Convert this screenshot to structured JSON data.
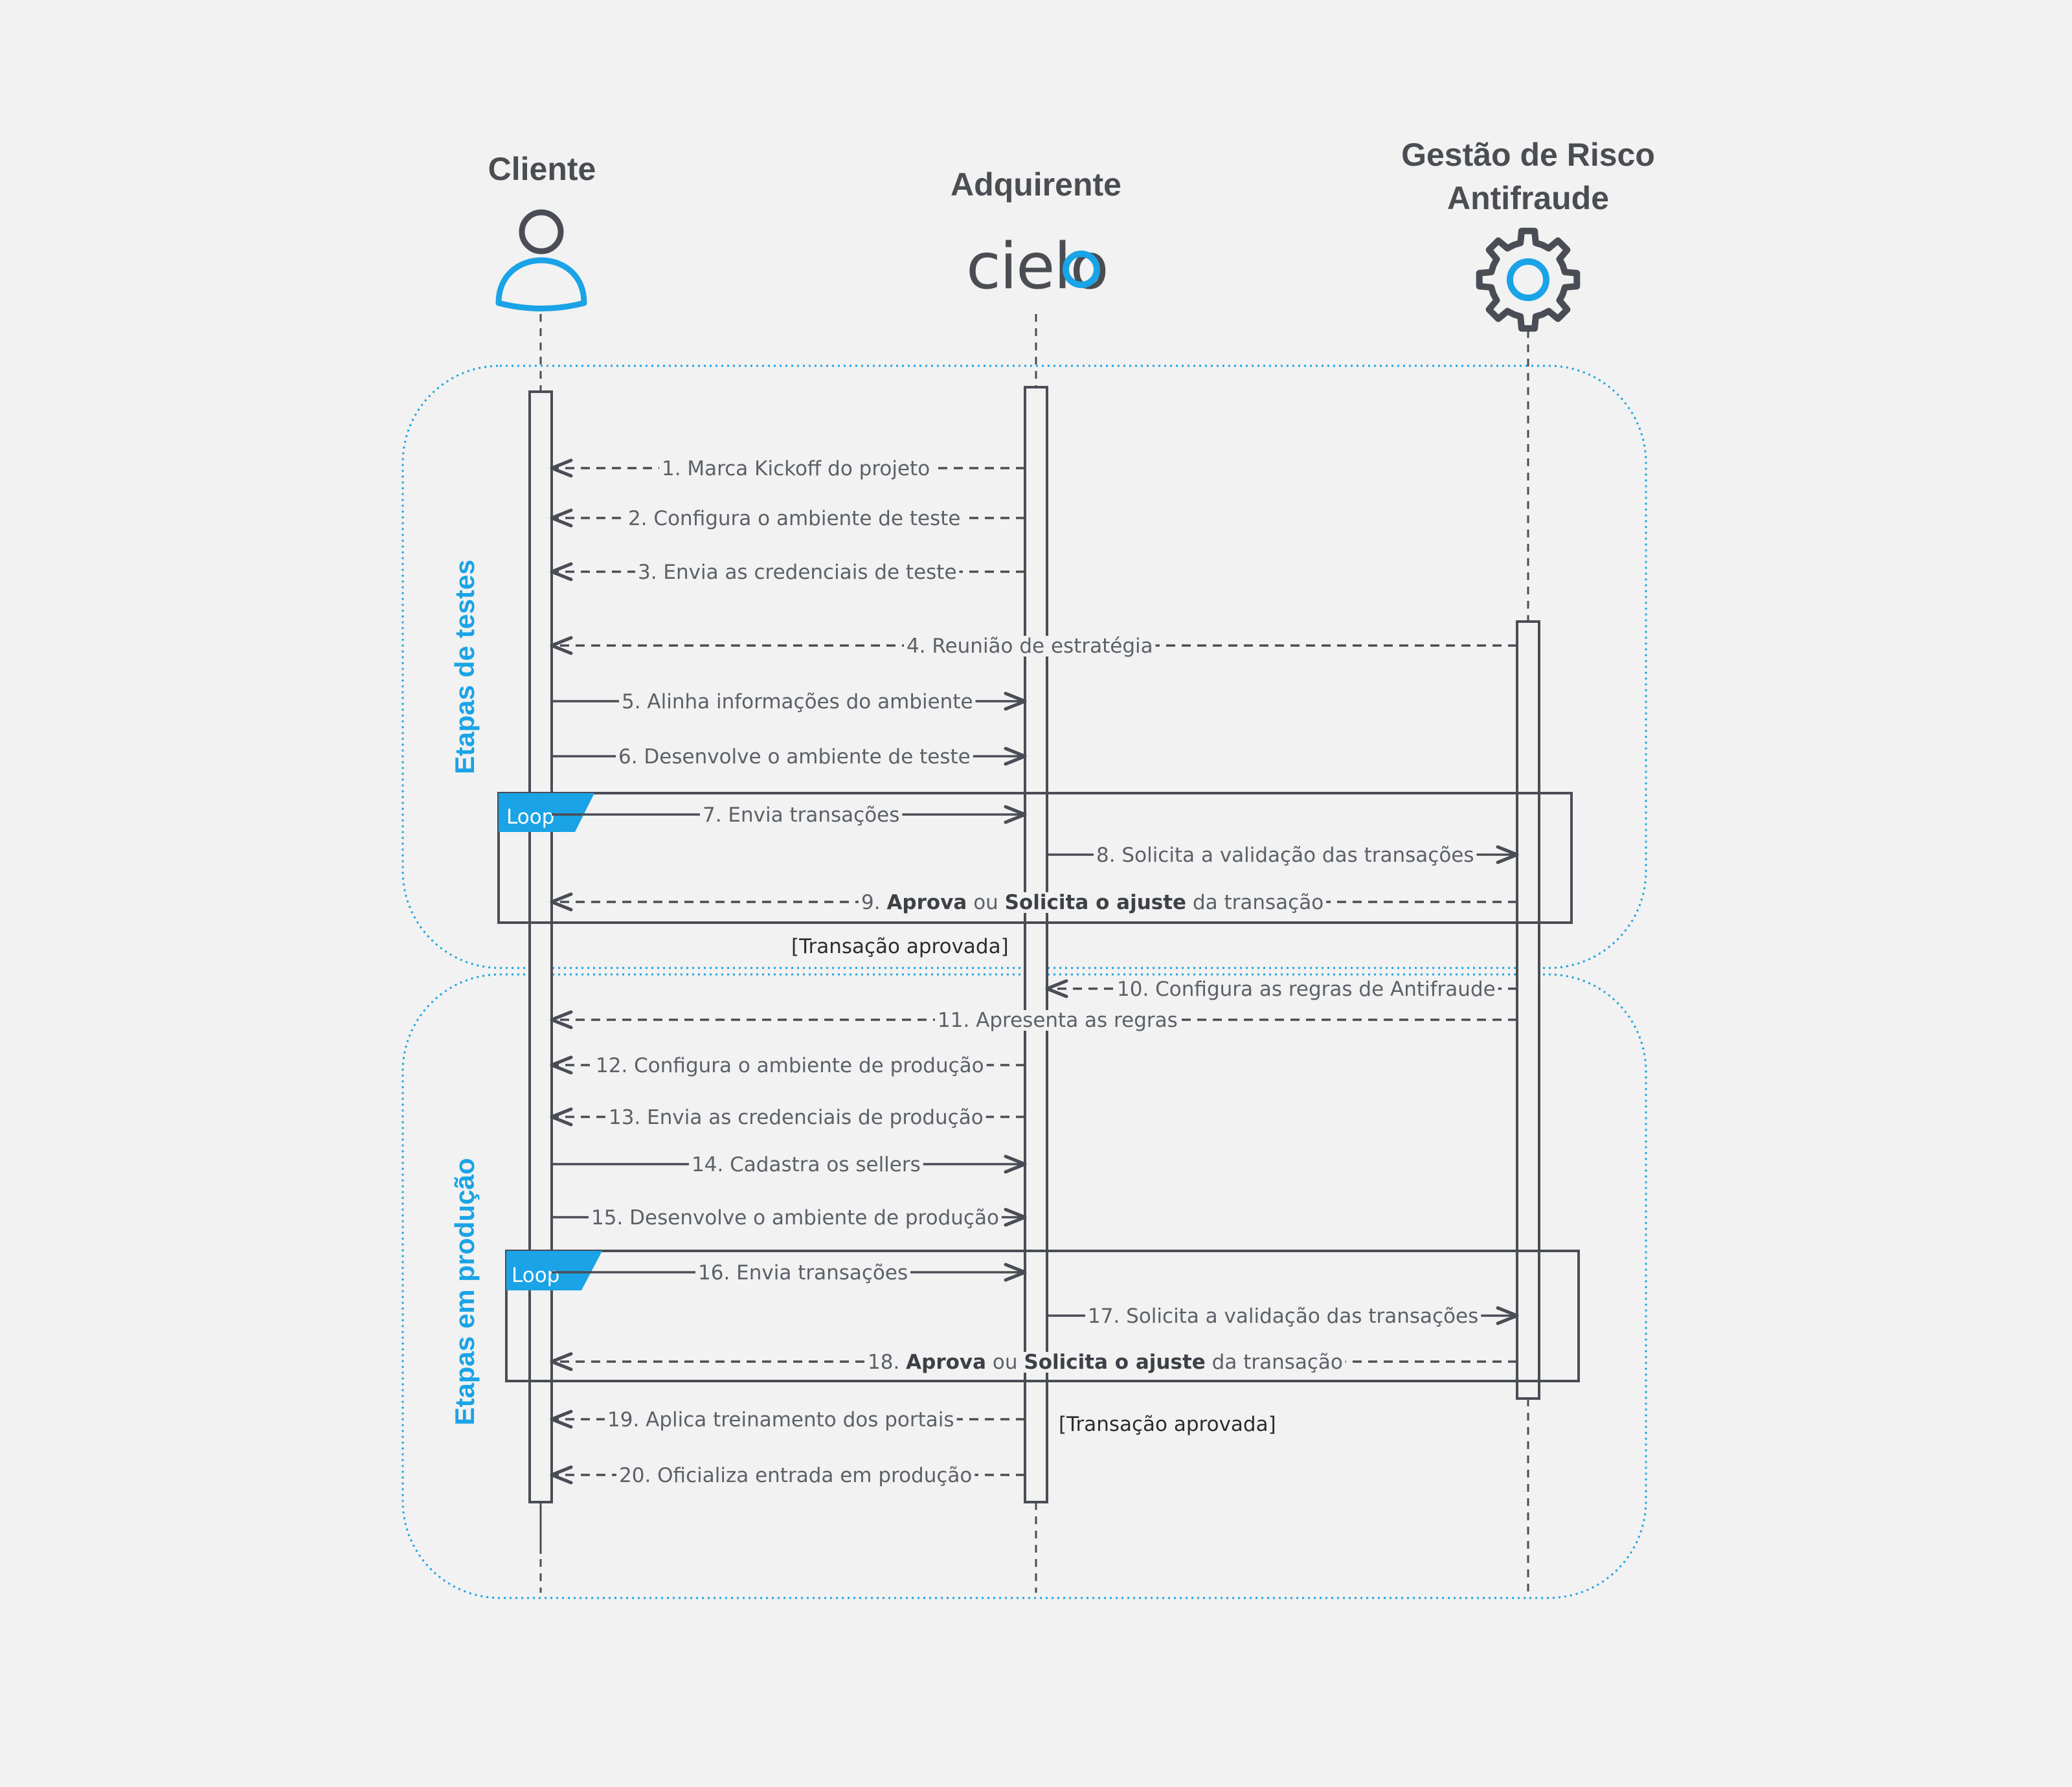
{
  "actors": {
    "client": "Cliente",
    "acquirer": "Adquirente",
    "risk_line1": "Gestão de Risco",
    "risk_line2": "Antifraude"
  },
  "logo": {
    "text": "cielo",
    "accent_color": "#1aa3e6"
  },
  "phases": {
    "tests": "Etapas de testes",
    "production": "Etapas em produção"
  },
  "loops": {
    "tests_label": "Loop",
    "production_label": "Loop"
  },
  "guards": {
    "tests": "[Transação aprovada]",
    "production": "[Transação aprovada]"
  },
  "messages": [
    {
      "text": "1. Marca Kickoff do projeto"
    },
    {
      "text": "2. Configura o ambiente de teste"
    },
    {
      "text": "3. Envia as credenciais de teste"
    },
    {
      "text": "4. Reunião de estratégia"
    },
    {
      "text": "5. Alinha informações do ambiente"
    },
    {
      "text": "6. Desenvolve o ambiente de teste"
    },
    {
      "text": "7. Envia transações"
    },
    {
      "text": "8. Solicita a validação das transações"
    },
    {
      "parts": [
        "9. ",
        "Aprova",
        " ou ",
        "Solicita o ajuste",
        " da transação"
      ]
    },
    {
      "text": "10. Configura as regras de Antifraude"
    },
    {
      "text": "11. Apresenta as regras"
    },
    {
      "text": "12. Configura o ambiente de produção"
    },
    {
      "text": "13. Envia as credenciais de produção"
    },
    {
      "text": "14. Cadastra os sellers"
    },
    {
      "text": "15. Desenvolve o ambiente de produção"
    },
    {
      "text": "16. Envia transações"
    },
    {
      "text": "17. Solicita a validação das transações"
    },
    {
      "parts": [
        "18. ",
        "Aprova",
        " ou ",
        "Solicita o ajuste",
        " da transação"
      ]
    },
    {
      "text": "19. Aplica treinamento dos portais"
    },
    {
      "text": "20. Oficializa entrada em produção"
    }
  ],
  "colors": {
    "line": "#4a4d55",
    "accent": "#1aa3e6",
    "background": "#f1f2f1"
  }
}
